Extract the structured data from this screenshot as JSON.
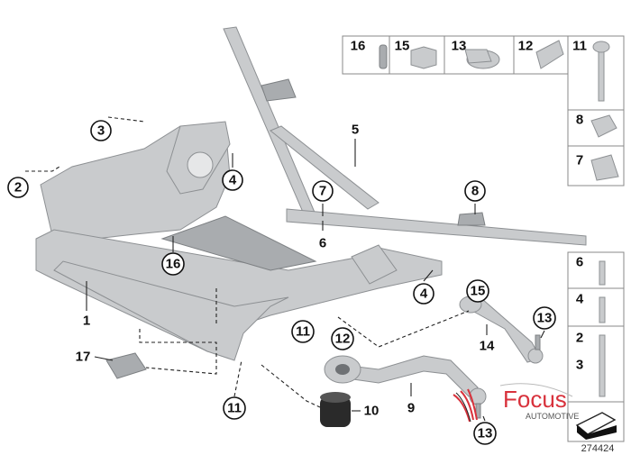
{
  "diagram": {
    "callouts_circled": [
      {
        "id": "c3",
        "label": "3"
      },
      {
        "id": "c2",
        "label": "2"
      },
      {
        "id": "c4a",
        "label": "4"
      },
      {
        "id": "c16",
        "label": "16"
      },
      {
        "id": "c7",
        "label": "7"
      },
      {
        "id": "c8",
        "label": "8"
      },
      {
        "id": "c4b",
        "label": "4"
      },
      {
        "id": "c15",
        "label": "15"
      },
      {
        "id": "c11a",
        "label": "11"
      },
      {
        "id": "c12",
        "label": "12"
      },
      {
        "id": "c13a",
        "label": "13"
      },
      {
        "id": "c11b",
        "label": "11"
      },
      {
        "id": "c13b",
        "label": "13"
      }
    ],
    "callouts_plain": [
      {
        "id": "p5",
        "label": "5"
      },
      {
        "id": "p6",
        "label": "6"
      },
      {
        "id": "p1",
        "label": "1"
      },
      {
        "id": "p14",
        "label": "14"
      },
      {
        "id": "p17",
        "label": "17"
      },
      {
        "id": "p9",
        "label": "9"
      },
      {
        "id": "p10",
        "label": "10"
      }
    ],
    "hardware_top": [
      "16",
      "15",
      "13",
      "12",
      "11",
      "8",
      "7"
    ],
    "hardware_right": [
      "6",
      "4",
      "2",
      "3"
    ],
    "reference_number": "274424"
  },
  "watermark": {
    "brand": "Focus",
    "subtitle": "AUTOMOTIVE"
  },
  "colors": {
    "part": "#c9cbcd",
    "brand": "#d8323c"
  }
}
